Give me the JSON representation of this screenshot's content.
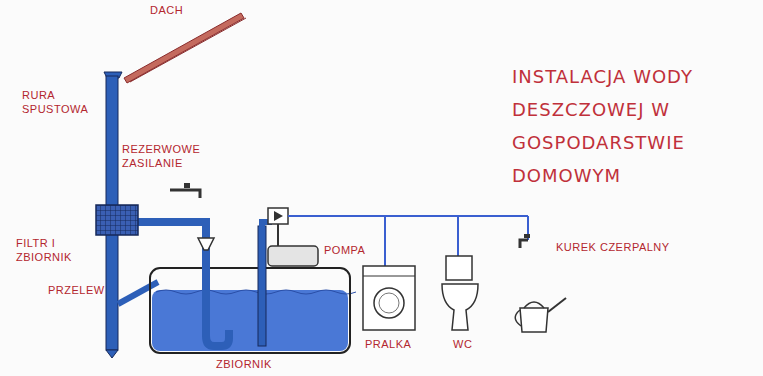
{
  "diagram": {
    "title": "INSTALACJA WODY DESZCZOWEJ W GOSPODARSTWIE DOMOWYM",
    "labels": [
      "DACH",
      "RURA SPUSTOWA",
      "REZERWOWE ZASILANIE",
      "FILTR I ZBIORNIK",
      "PRZELEW",
      "POMPA",
      "PRALKA",
      "WC",
      "KUREK CZERPALNY",
      "ZBIORNIK"
    ]
  }
}
